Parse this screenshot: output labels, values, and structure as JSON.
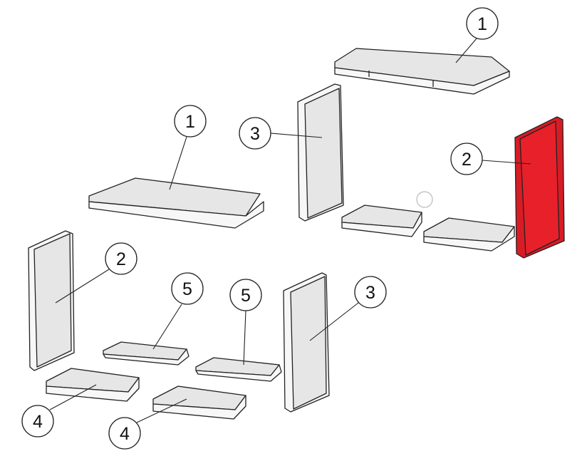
{
  "diagram": {
    "highlight_color": "#e8202a",
    "parts": [
      {
        "id": "part-1-top-right",
        "number": "1",
        "highlighted": false
      },
      {
        "id": "part-1-left",
        "number": "1",
        "highlighted": false
      },
      {
        "id": "part-3-upper",
        "number": "3",
        "highlighted": false
      },
      {
        "id": "part-2-right",
        "number": "2",
        "highlighted": true
      },
      {
        "id": "part-2-left",
        "number": "2",
        "highlighted": false
      },
      {
        "id": "part-5-left",
        "number": "5",
        "highlighted": false
      },
      {
        "id": "part-5-right",
        "number": "5",
        "highlighted": false
      },
      {
        "id": "part-3-lower",
        "number": "3",
        "highlighted": false
      },
      {
        "id": "part-4-left",
        "number": "4",
        "highlighted": false
      },
      {
        "id": "part-4-right",
        "number": "4",
        "highlighted": false
      }
    ]
  }
}
